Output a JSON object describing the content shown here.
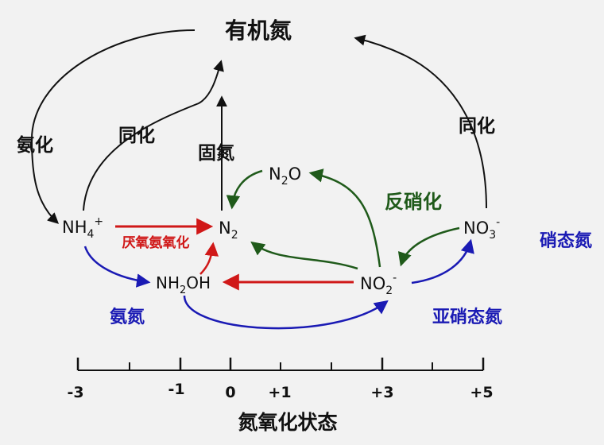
{
  "title": "有机氮",
  "species": {
    "nh4": {
      "base": "NH",
      "sub": "4",
      "sup": "+"
    },
    "n2": {
      "base": "N",
      "sub": "2"
    },
    "n2o": {
      "base": "N",
      "sub": "2",
      "tail": "O"
    },
    "nh2oh": {
      "base": "NH",
      "sub": "2",
      "tail": "OH"
    },
    "no2": {
      "base": "NO",
      "sub": "2",
      "sup": "-"
    },
    "no3": {
      "base": "NO",
      "sub": "3",
      "sup": "-"
    }
  },
  "process_labels": {
    "ammonification": "氨化",
    "assimilation_left": "同化",
    "fixation": "固氮",
    "assimilation_right": "同化",
    "denitrification": "反硝化",
    "anammox": "厌氧氨氧化"
  },
  "pool_labels": {
    "ammonia_n": "氨氮",
    "nitrite_n": "亚硝态氮",
    "nitrate_n": "硝态氮"
  },
  "axis": {
    "title": "氮氧化状态",
    "tick_labels": [
      "-3",
      "-1",
      "0",
      "+1",
      "+3",
      "+5"
    ]
  },
  "colors": {
    "black": "#111111",
    "red": "#d01818",
    "green": "#1f5a1a",
    "blue": "#1a1ab4",
    "background": "#f2f2f2"
  }
}
